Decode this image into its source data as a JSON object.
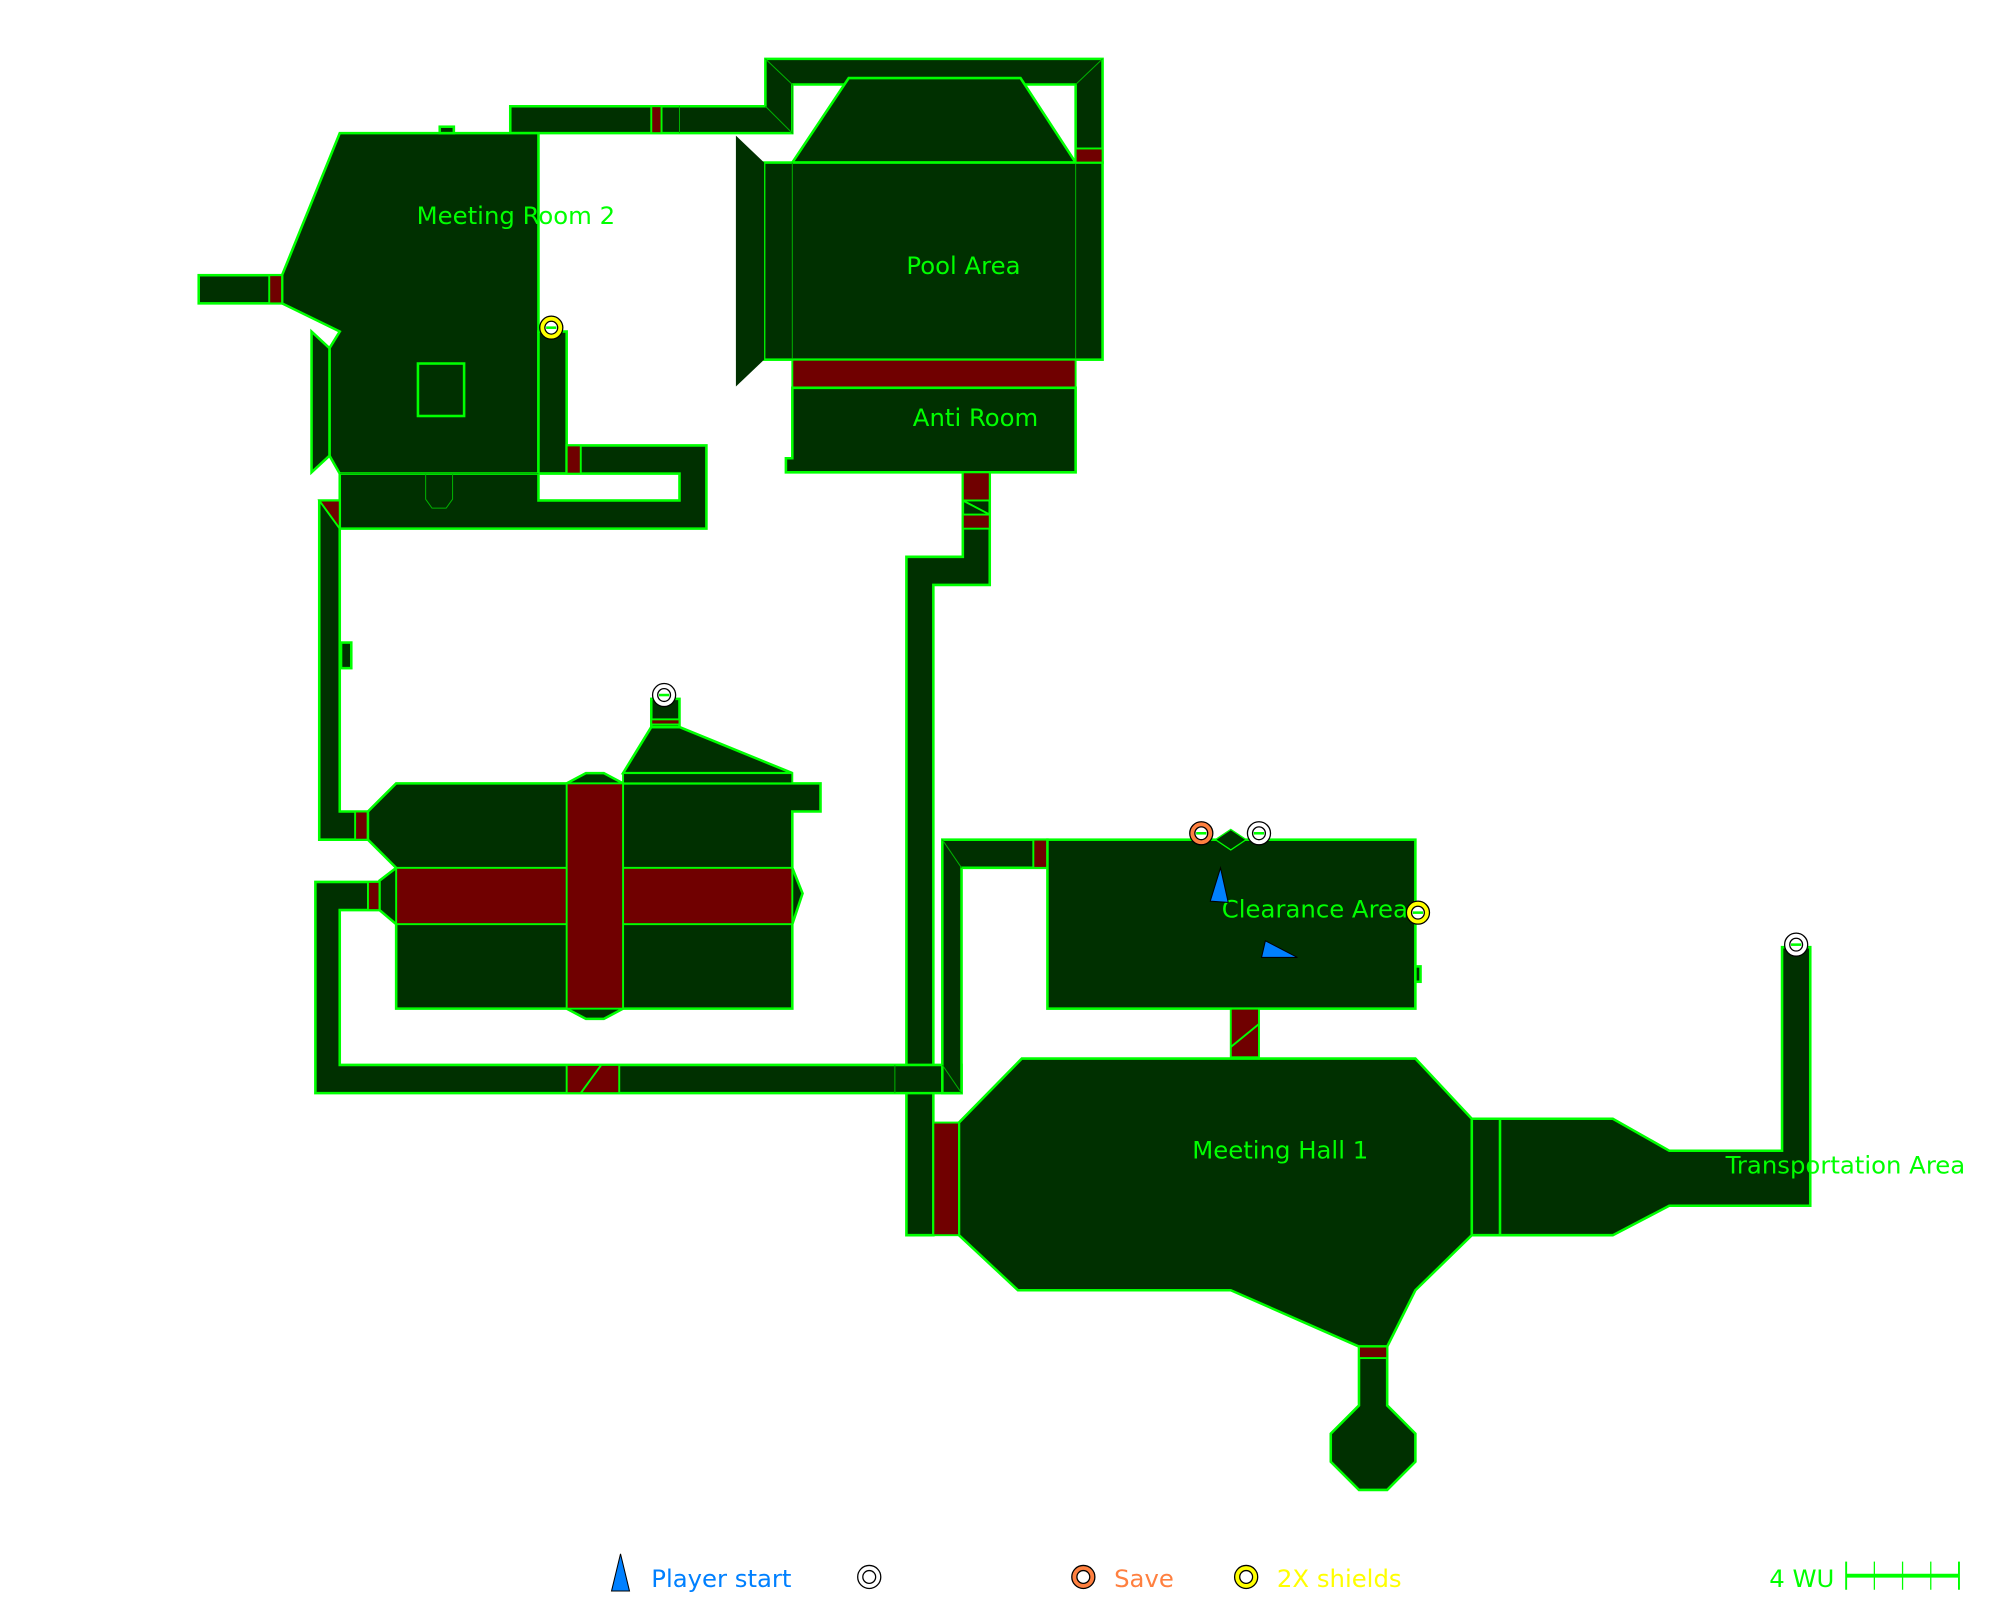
{
  "map": {
    "rooms": [
      {
        "id": "meeting-room-2",
        "label": "Meeting Room 2"
      },
      {
        "id": "pool-area",
        "label": "Pool Area"
      },
      {
        "id": "anti-room",
        "label": "Anti Room"
      },
      {
        "id": "clearance-area",
        "label": "Clearance Area"
      },
      {
        "id": "meeting-hall-1",
        "label": "Meeting Hall 1"
      },
      {
        "id": "transportation-area",
        "label": "Transportation Area"
      }
    ]
  },
  "legend": {
    "player_start": "Player start",
    "save": "Save",
    "shields": "2X shields",
    "scale": "4 WU"
  },
  "colors": {
    "room_fill": "#003000",
    "wall": "#00ff00",
    "door": "#700000",
    "player": "#0080ff",
    "save": "#ff8040",
    "shields": "#ffff00"
  }
}
